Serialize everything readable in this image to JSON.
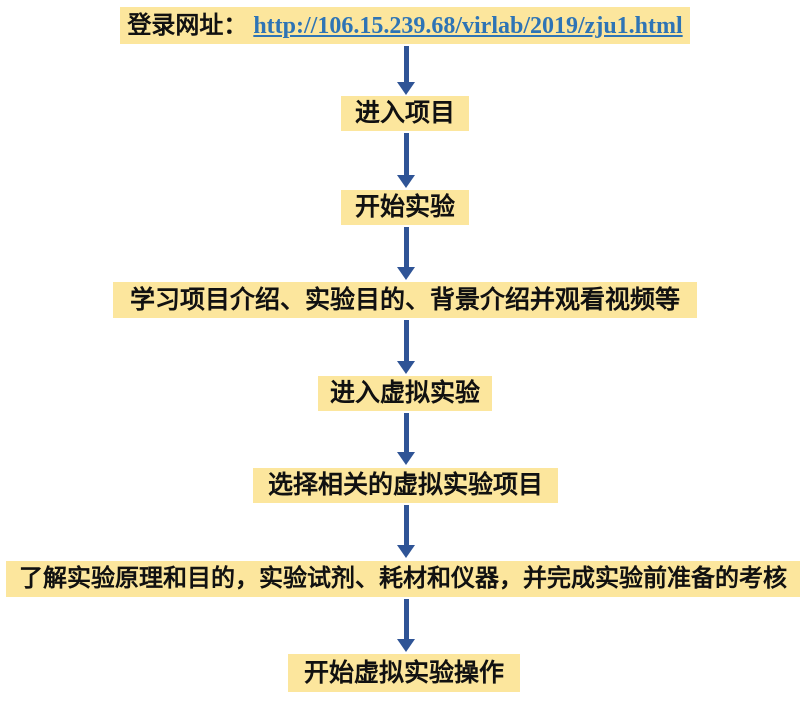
{
  "flowchart": {
    "type": "flowchart",
    "direction": "top-down",
    "nodes": [
      {
        "prefix": "登录网址：",
        "link": "http://106.15.239.68/virlab/2019/zju1.html"
      },
      {
        "label": "进入项目"
      },
      {
        "label": "开始实验"
      },
      {
        "label": "学习项目介绍、实验目的、背景介绍并观看视频等"
      },
      {
        "label": "进入虚拟实验"
      },
      {
        "label": "选择相关的虚拟实验项目"
      },
      {
        "label": "了解实验原理和目的，实验试剂、耗材和仪器，并完成实验前准备的考核"
      },
      {
        "label": "开始虚拟实验操作"
      }
    ],
    "connector_style": "straight-down-arrow",
    "colors": {
      "node_background": "#FCE69D",
      "arrow": "#2F5496",
      "link": "#2E74B5",
      "text": "#111111",
      "page_background": "#FFFFFF"
    }
  }
}
